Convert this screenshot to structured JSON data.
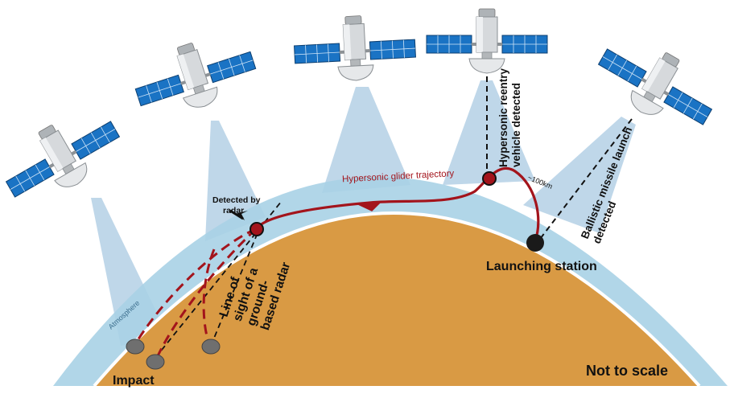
{
  "labels": {
    "trajectory": "Hypersonic glider trajectory",
    "altitude": "~100km",
    "atmosphere": "Atmosphere",
    "detected_by_radar_line1": "Detected by",
    "detected_by_radar_line2": "radar",
    "hypersonic_detected_line1": "Hypersonic reentry",
    "hypersonic_detected_line2": "vehicle detected",
    "ballistic_detected_line1": "Ballistic missile launch",
    "ballistic_detected_line2": "detected",
    "launching_station": "Launching station",
    "line_of_sight_line1": "Line of",
    "line_of_sight_line2": "sight of a",
    "line_of_sight_line3": "ground-",
    "line_of_sight_line4": "based radar",
    "impact": "Impact",
    "not_to_scale": "Not to scale"
  },
  "colors": {
    "earth": "#d99a44",
    "atmosphere": "#a9d1e6",
    "beam": "#9dc2dd",
    "trajectory": "#a3141c",
    "panel": "#1a73c4",
    "satellite_body": "#cfd3d6"
  },
  "icons": {
    "satellite": "satellite-icon",
    "launch_site": "launch-site-marker",
    "impact_site": "impact-site-marker",
    "radar_detection": "detection-point-marker"
  }
}
